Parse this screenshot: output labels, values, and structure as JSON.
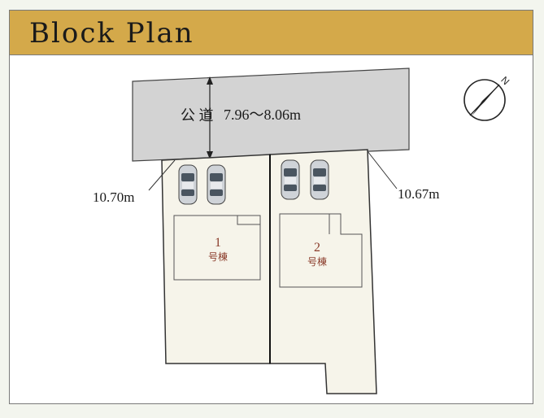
{
  "header": {
    "title": "Block Plan"
  },
  "road": {
    "label_prefix": "公 道",
    "width": "7.96～8.06m"
  },
  "frontage": {
    "left": "10.70m",
    "right": "10.67m"
  },
  "lots": [
    {
      "number": "1",
      "name": "号棟"
    },
    {
      "number": "2",
      "name": "号棟"
    }
  ],
  "compass": {
    "north_label": "N"
  },
  "colors": {
    "header": "#d4a94a",
    "road": "#d3d3d3",
    "lot": "#f6f4ea",
    "lot_text": "#8a3b2a"
  }
}
